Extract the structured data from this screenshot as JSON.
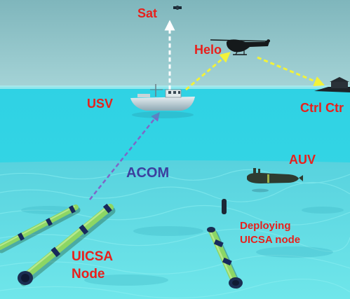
{
  "labels": {
    "sat": "Sat",
    "helo": "Helo",
    "usv": "USV",
    "ctrl": "Ctrl Ctr",
    "acom": "ACOM",
    "auv": "AUV",
    "deploying": [
      "Deploying",
      "UICSA node"
    ],
    "uicsa": [
      "UICSA",
      "Node"
    ]
  },
  "colors": {
    "sky": "#8dc4c9",
    "sea_surface": "#35d6e6",
    "seabed": "#59dde8",
    "label_red": "#e8201c",
    "acom_text": "#3c3f9e",
    "sat_link": "#ffffff",
    "radio_link": "#f2f23a",
    "acoustic_link": "#7f66c8",
    "cable_green": "#8cd664",
    "cable_navy": "#17295c"
  },
  "links": [
    {
      "from": "usv",
      "to": "sat",
      "style": "dashed-arrow",
      "color": "white"
    },
    {
      "from": "usv",
      "to": "helo",
      "style": "dashed-arrow",
      "color": "yellow"
    },
    {
      "from": "helo",
      "to": "ctrl",
      "style": "dashed-arrow",
      "color": "yellow"
    },
    {
      "from": "uicsa",
      "to": "usv",
      "style": "dashed-arrow",
      "color": "purple"
    }
  ]
}
